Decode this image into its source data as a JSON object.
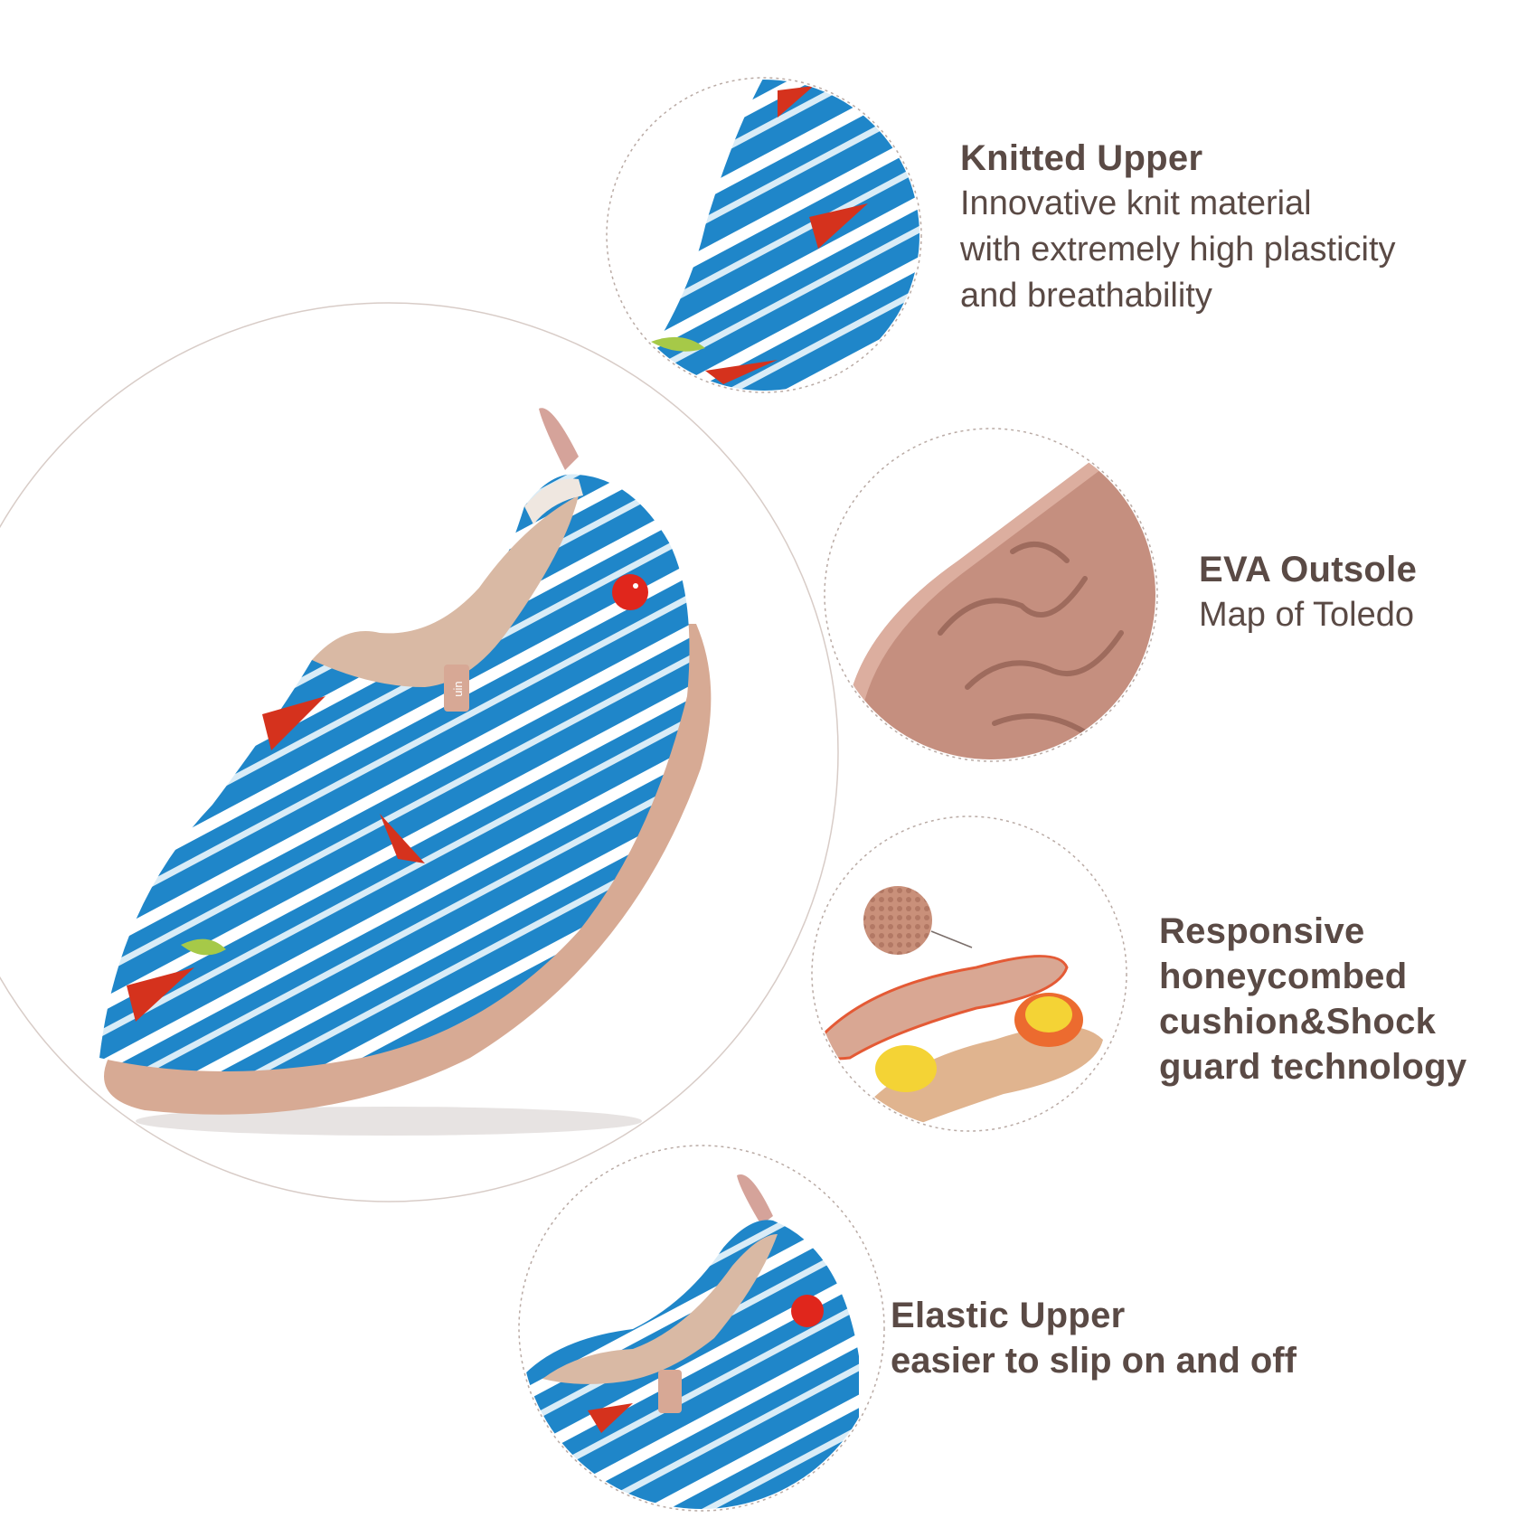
{
  "features": [
    {
      "title": "Knitted Upper",
      "lines": [
        "Innovative knit material",
        "with extremely high plasticity",
        "and breathability"
      ]
    },
    {
      "title": "EVA Outsole",
      "lines": [
        "Map of Toledo"
      ]
    },
    {
      "title_lines": [
        "Responsive",
        "honeycombed",
        "cushion&Shock",
        "guard technology"
      ]
    },
    {
      "title": "Elastic Upper",
      "lines": [
        "easier to slip on and off"
      ]
    }
  ],
  "brand": {
    "tab_label": "uin"
  },
  "colors": {
    "text": "#5a4a45",
    "ring": "#b9aaa4",
    "fabric_blue": "#1f86c9",
    "stripe_white": "#ffffff",
    "accent_red": "#d5321d",
    "accent_green": "#a6c948",
    "sole": "#d7aa94",
    "insole_yellow": "#f4d335",
    "insole_orange": "#ec6b2f"
  }
}
